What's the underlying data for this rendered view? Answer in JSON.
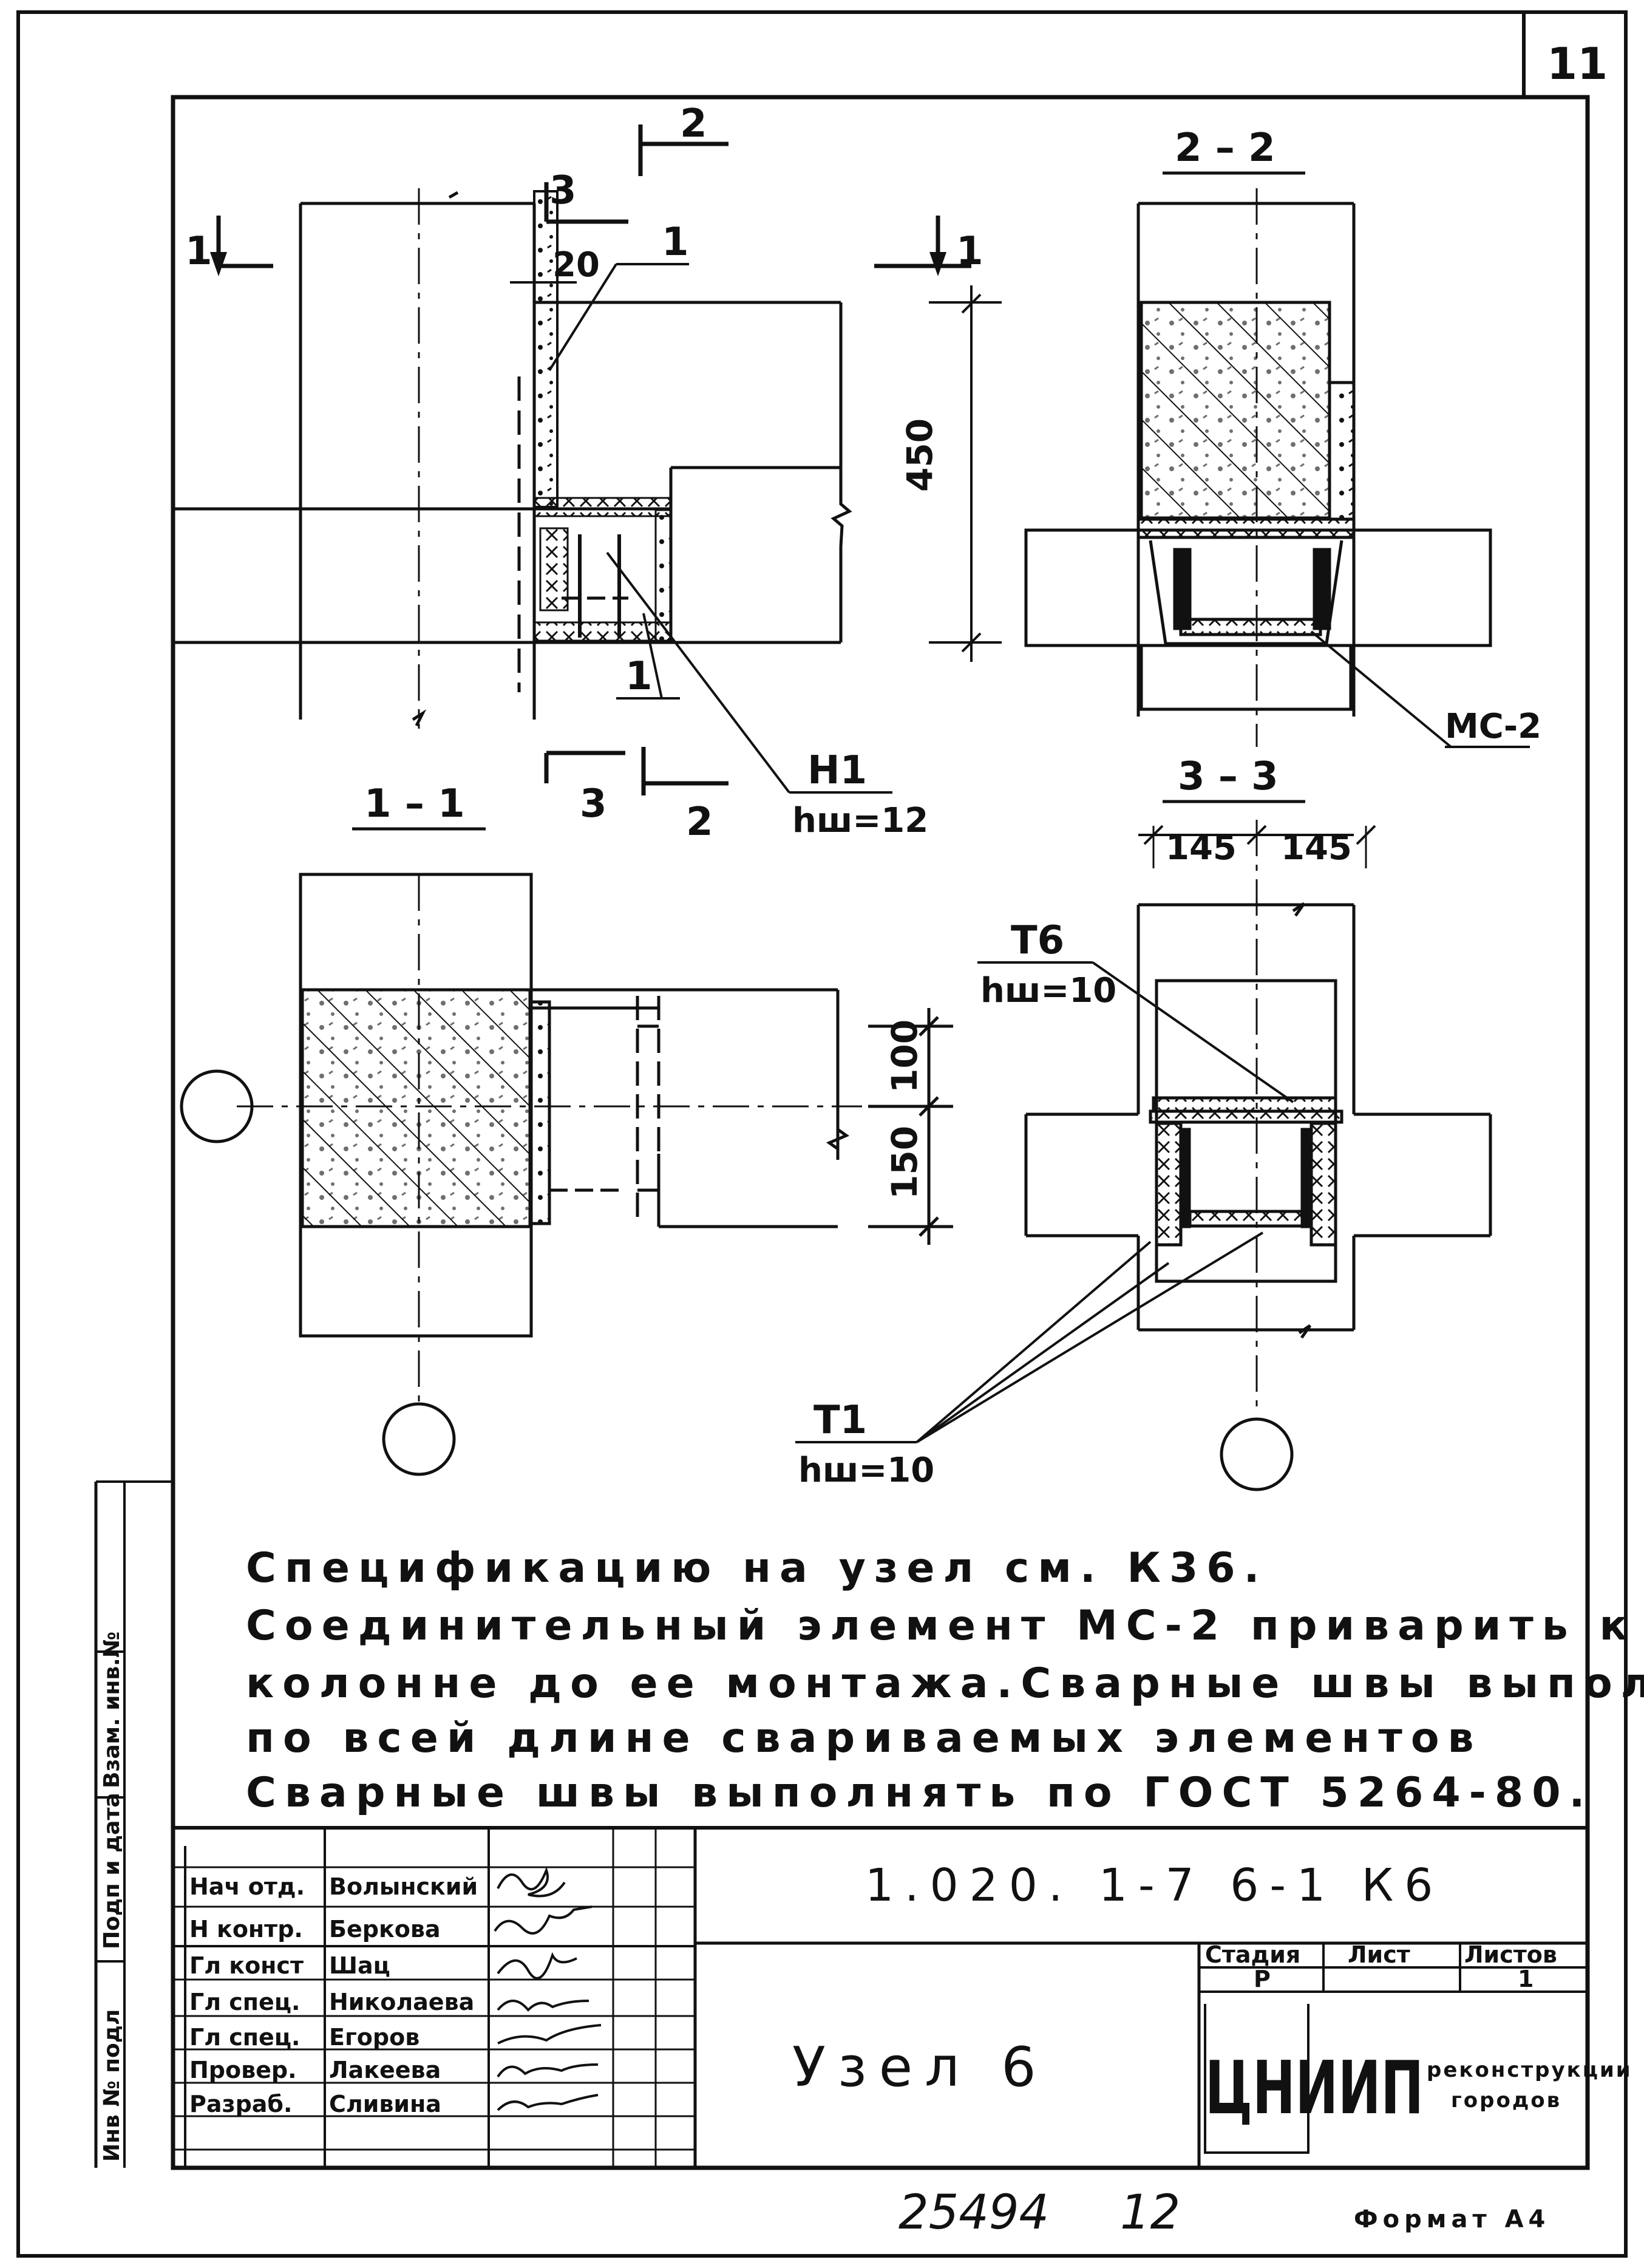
{
  "sheet_number": "11",
  "sections": {
    "cut_1": "1",
    "cut_2": "2",
    "cut_3": "3",
    "title_2_2": "2 – 2",
    "title_1_1": "1 – 1",
    "title_3_3": "3 – 3"
  },
  "dimensions": {
    "d20": "20",
    "d450": "450",
    "d100": "100",
    "d150": "150",
    "d145a": "145",
    "d145b": "145"
  },
  "callouts": {
    "pos1_top": "1",
    "pos1_bottom": "1",
    "weld_n1": "Н1",
    "weld_n1_h": "hш=12",
    "weld_t6": "Т6",
    "weld_t6_h": "hш=10",
    "weld_t1": "Т1",
    "weld_t1_h": "hш=10",
    "mc2": "МС-2"
  },
  "notes": [
    "Спецификацию на узел см. К36.",
    "Соединительный элемент МС-2 приварить к",
    "колонне до ее монтажа.Сварные швы выполнять",
    "по всей длине свариваемых элементов",
    "Сварные швы выполнять по ГОСТ 5264-80."
  ],
  "side_strip": {
    "inv_podl": "Инв № подл",
    "podp_data": "Подп и дата",
    "vzam_inv": "Взам. инв.№"
  },
  "title_block": {
    "roles": [
      "Нач отд.",
      "Н контр.",
      "Гл конст",
      "Гл спец.",
      "Гл спец.",
      "Провер.",
      "Разраб."
    ],
    "names": [
      "Волынский",
      "Беркова",
      "Шац",
      "Николаева",
      "Егоров",
      "Лакеева",
      "Сливина"
    ],
    "document_code": "1.020. 1-7   6-1   К6",
    "drawing_title": "Узел 6",
    "stage_header": "Стадия",
    "sheet_header": "Лист",
    "sheets_header": "Листов",
    "stage_value": "Р",
    "sheet_value": "",
    "sheets_value": "1",
    "org_logo": "ЦНИИП",
    "org_line1": "реконструкции",
    "org_line2": "городов"
  },
  "footer": {
    "archive_number": "25494",
    "page": "12",
    "format": "Формат А4"
  }
}
